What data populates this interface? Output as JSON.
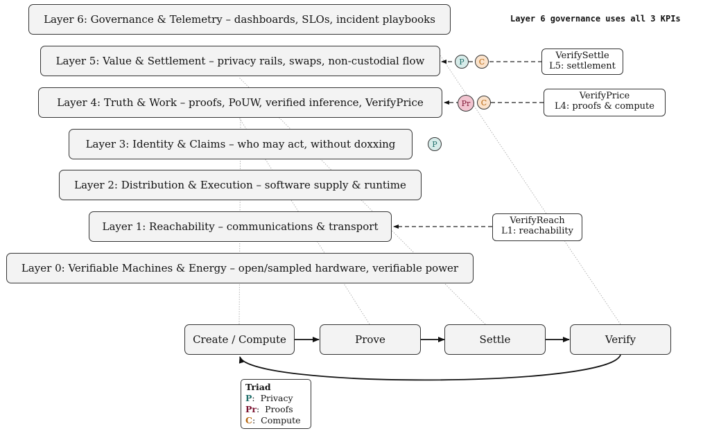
{
  "layers": [
    {
      "id": "L6",
      "label": "Layer 6: Governance & Telemetry – dashboards, SLOs, incident playbooks"
    },
    {
      "id": "L5",
      "label": "Layer 5: Value & Settlement – privacy rails, swaps, non-custodial flow"
    },
    {
      "id": "L4",
      "label": "Layer 4: Truth & Work – proofs, PoUW, verified inference, VerifyPrice"
    },
    {
      "id": "L3",
      "label": "Layer 3: Identity & Claims – who may act, without doxxing"
    },
    {
      "id": "L2",
      "label": "Layer 2: Distribution & Execution – software supply & runtime"
    },
    {
      "id": "L1",
      "label": "Layer 1: Reachability – communications & transport"
    },
    {
      "id": "L0",
      "label": "Layer 0: Verifiable Machines & Energy – open/sampled hardware, verifiable power"
    }
  ],
  "note": "Layer 6 governance uses all 3 KPIs",
  "kpis": {
    "settle": {
      "title": "VerifySettle",
      "subtitle": "L5: settlement"
    },
    "price": {
      "title": "VerifyPrice",
      "subtitle": "L4: proofs & compute"
    },
    "reach": {
      "title": "VerifyReach",
      "subtitle": "L1: reachability"
    }
  },
  "badges": {
    "privacy": "P",
    "proofs": "Pr",
    "compute": "C"
  },
  "flow": {
    "steps": [
      "Create / Compute",
      "Prove",
      "Settle",
      "Verify"
    ]
  },
  "triad": {
    "title": "Triad",
    "items": [
      {
        "key": "P",
        "label": "Privacy"
      },
      {
        "key": "Pr",
        "label": "Proofs"
      },
      {
        "key": "C",
        "label": "Compute"
      }
    ]
  },
  "colors": {
    "privacy": "#1f6e6a",
    "privacy_fill": "#d7ecea",
    "proofs": "#7a1230",
    "proofs_fill": "#f2c4d0",
    "compute": "#b5650d",
    "compute_fill": "#fbe3cc"
  }
}
